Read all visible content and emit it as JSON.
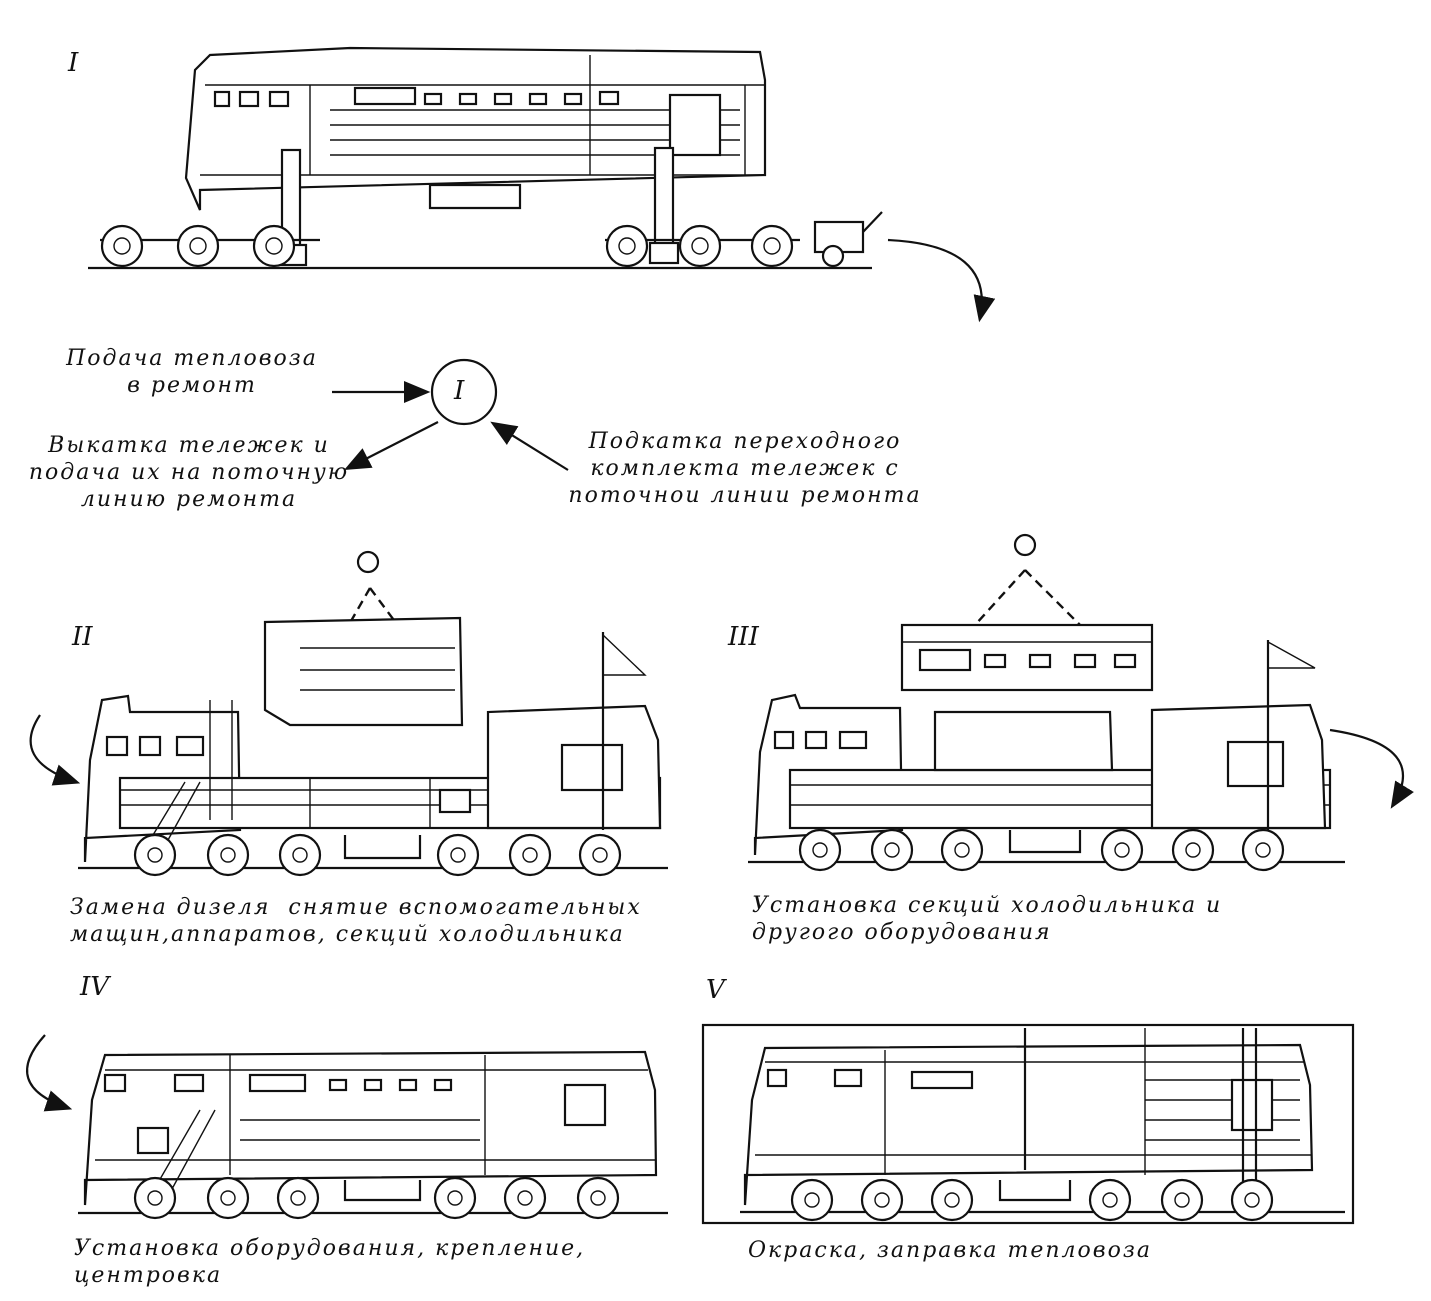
{
  "stages": [
    {
      "id": "stage-1",
      "num": "I"
    },
    {
      "id": "stage-2",
      "num": "II",
      "caption": "Замена дизеля  снятие вспомогательных\nмащин,аппаратов, секций холодильника"
    },
    {
      "id": "stage-3",
      "num": "III",
      "caption": "Установка секций холодильника и\nдругого оборудования"
    },
    {
      "id": "stage-4",
      "num": "IV",
      "caption": "Установка оборудования, крепление,\nцентровка"
    },
    {
      "id": "stage-5",
      "num": "V",
      "caption": "Окраска, заправка тепловоза"
    }
  ],
  "flow": {
    "node_label": "I",
    "input_label": "Подача тепловоза\nв ремонт",
    "output_label": "Выкатка тележек и\nподача их на поточную\nлинию ремонта",
    "return_label": "Подкатка переходного\nкомплекта тележек с\nпоточнои линии ремонта"
  }
}
